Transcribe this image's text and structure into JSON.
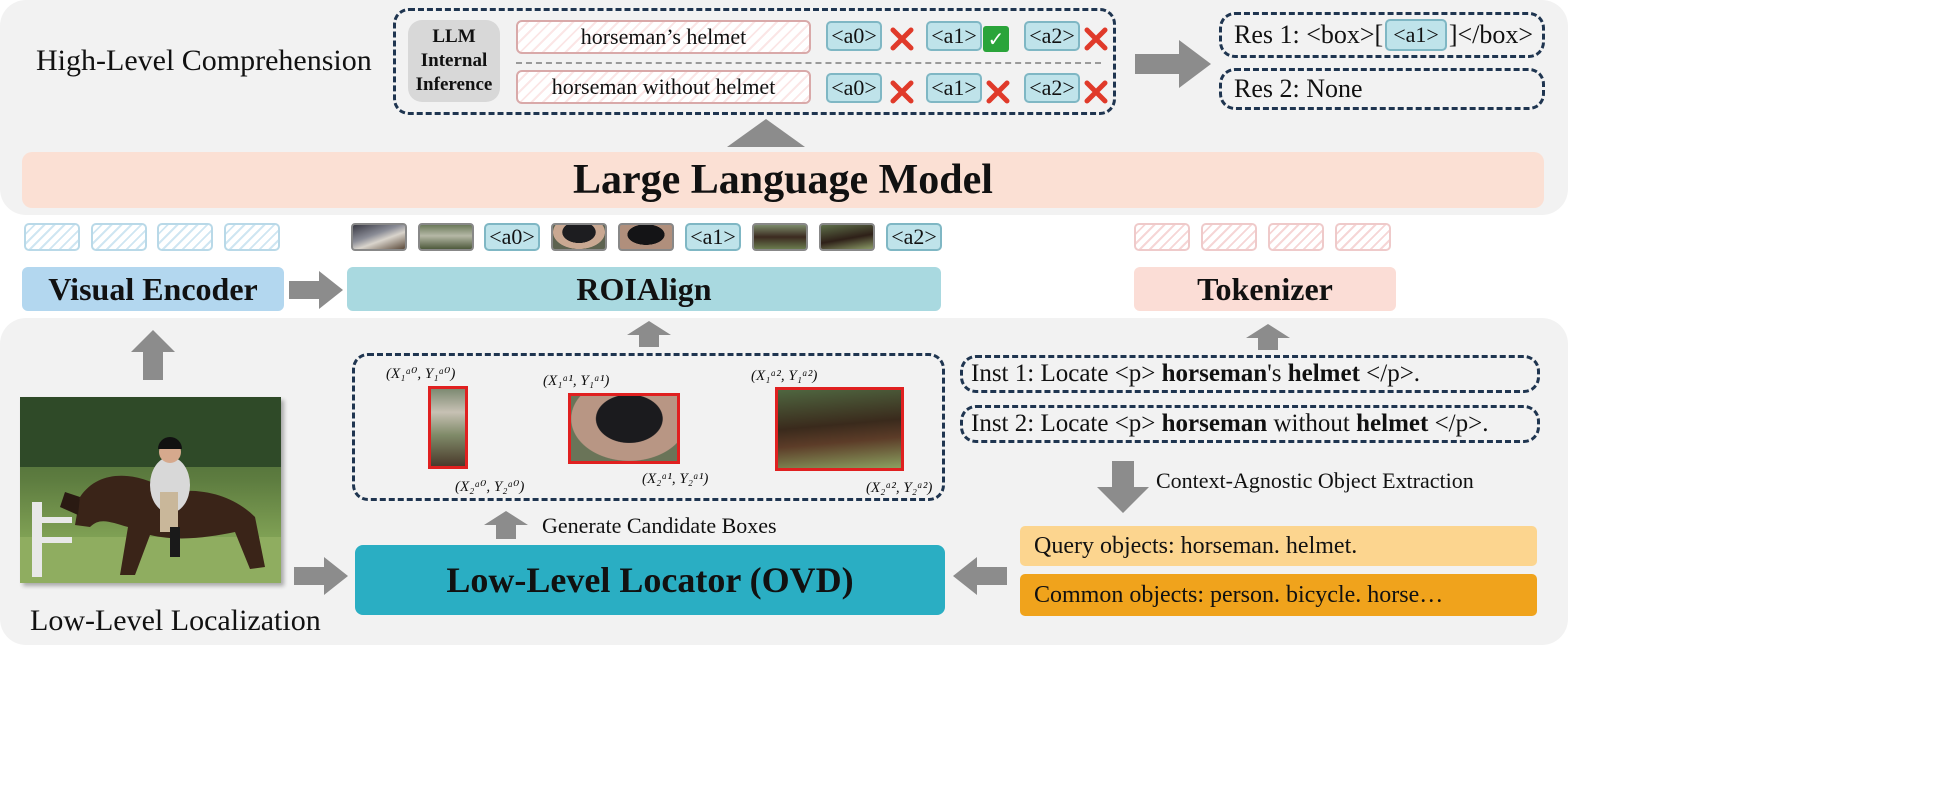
{
  "high_level": {
    "title": "High-Level Comprehension",
    "llm_inference": "LLM Internal Inference",
    "queries": [
      "horseman’s helmet",
      "horseman without helmet"
    ],
    "anchors": [
      "<a0>",
      "<a1>",
      "<a2>"
    ],
    "results": [
      {
        "prefix": "Res 1: <box>[",
        "token": "<a1>",
        "suffix": "]</box>"
      },
      {
        "prefix": "Res 2: None"
      }
    ]
  },
  "llm": {
    "label": "Large Language Model"
  },
  "encoders": {
    "visual": "Visual Encoder",
    "roi": "ROIAlign",
    "tokenizer": "Tokenizer",
    "roi_tokens": [
      "<a0>",
      "<a1>",
      "<a2>"
    ]
  },
  "low_level": {
    "title": "Low-Level Localization",
    "locator": "Low-Level Locator (OVD)",
    "generate_label": "Generate Candidate Boxes",
    "coords": {
      "a0_top": "(X₁ᵃ⁰, Y₁ᵃ⁰)",
      "a0_bottom": "(X₂ᵃ⁰, Y₂ᵃ⁰)",
      "a1_top": "(X₁ᵃ¹, Y₁ᵃ¹)",
      "a1_bottom": "(X₂ᵃ¹, Y₂ᵃ¹)",
      "a2_top": "(X₁ᵃ², Y₁ᵃ²)",
      "a2_bottom": "(X₂ᵃ², Y₂ᵃ²)"
    },
    "inst1": {
      "pre": "Inst 1: Locate <p> ",
      "b1": "horseman",
      "mid": "'s ",
      "b2": "helmet",
      "post": " </p>."
    },
    "inst2": {
      "pre": "Inst 2: Locate <p> ",
      "b1": "horseman",
      "mid": " without ",
      "b2": "helmet",
      "post": " </p>."
    },
    "extraction_label": "Context-Agnostic Object Extraction",
    "query_objects": "Query objects: horseman. helmet.",
    "common_objects": "Common objects: person. bicycle. horse…"
  },
  "colors": {
    "llm_bar": "#fbe0d4",
    "visual_encoder": "#b3d7ef",
    "roi": "#a9d9e0",
    "tokenizer": "#fbddd6",
    "locator": "#2aaec3",
    "query_bg": "#fcd58f",
    "common_bg": "#f0a31c",
    "box_red": "#e02020",
    "arrow": "#8c8c8c"
  }
}
